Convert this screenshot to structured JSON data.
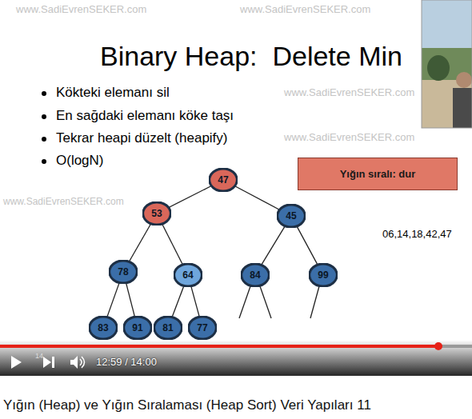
{
  "diagram": {
    "title": "Binary Heap:  Delete Min",
    "caption": "Yığın (Heap) ve Yığın Sıralaması (Heap Sort) Veri Yapıları 11",
    "nodes": [
      {
        "text": [
          "Yığın sıralı: dur"
        ]
      },
      {
        "text": [
          "47"
        ]
      },
      {
        "text": [
          "53"
        ]
      },
      {
        "text": [
          "45"
        ]
      },
      {
        "text": [
          "78"
        ]
      },
      {
        "text": [
          "64"
        ]
      },
      {
        "text": [
          "84"
        ]
      },
      {
        "text": [
          "99"
        ]
      },
      {
        "text": [
          "83"
        ]
      },
      {
        "text": [
          "91"
        ]
      },
      {
        "text": [
          "81"
        ]
      },
      {
        "text": [
          "77"
        ]
      }
    ],
    "edges": [
      {
        "from": 1,
        "to": 2,
        "arrow": "none"
      },
      {
        "from": 1,
        "to": 3,
        "arrow": "none"
      },
      {
        "from": 2,
        "to": 4,
        "arrow": "none"
      },
      {
        "from": 2,
        "to": 5,
        "arrow": "none"
      },
      {
        "from": 3,
        "to": 6,
        "arrow": "none"
      },
      {
        "from": 3,
        "to": 7,
        "arrow": "none"
      },
      {
        "from": 4,
        "to": 8,
        "arrow": "none"
      },
      {
        "from": 4,
        "to": 9,
        "arrow": "none"
      },
      {
        "from": 5,
        "to": 10,
        "arrow": "none"
      },
      {
        "from": 5,
        "to": 11,
        "arrow": "none"
      }
    ],
    "labels": [
      "Kökteki elemanı sil",
      "En sağdaki elemanı köke taşı",
      "Tekrar heapi düzelt (heapify)",
      "O(logN)",
      "06,14,18,42,47",
      "14",
      "12:59 / 14:00",
      "www.SadiEvrenSEKER.com",
      "www.SadiEvrenSEKER.com",
      "www.SadiEvrenSEKER.com",
      "www.SadiEvrenSEKER.com",
      "www.SadiEvrenSEKER.com"
    ]
  }
}
